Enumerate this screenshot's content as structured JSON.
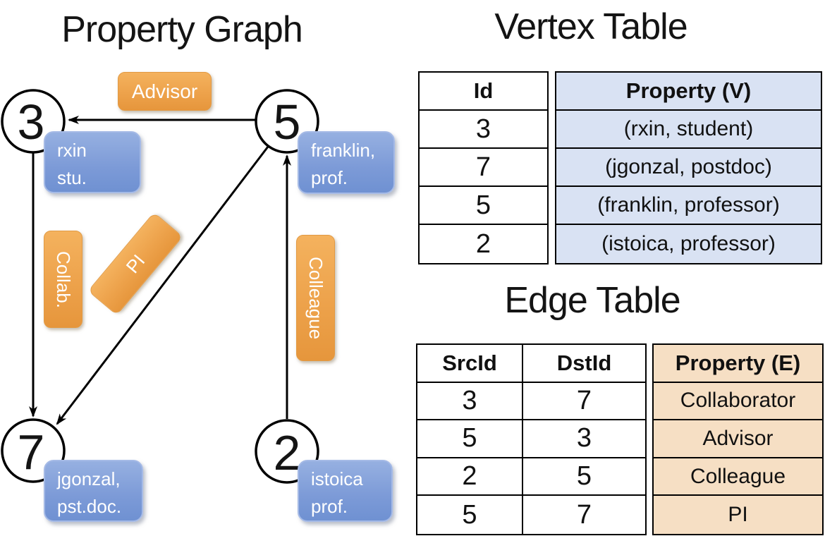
{
  "graph": {
    "title": "Property Graph",
    "vertices": [
      {
        "id": "3",
        "line1": "rxin",
        "line2": "stu."
      },
      {
        "id": "5",
        "line1": "franklin,",
        "line2": "prof."
      },
      {
        "id": "7",
        "line1": "jgonzal,",
        "line2": "pst.doc."
      },
      {
        "id": "2",
        "line1": "istoica",
        "line2": "prof."
      }
    ],
    "edges": [
      {
        "src": "5",
        "dst": "3",
        "label": "Advisor"
      },
      {
        "src": "3",
        "dst": "7",
        "label": "Collab."
      },
      {
        "src": "5",
        "dst": "7",
        "label": "PI"
      },
      {
        "src": "2",
        "dst": "5",
        "label": "Colleague"
      }
    ]
  },
  "vertex_table": {
    "title": "Vertex Table",
    "columns": {
      "id": "Id",
      "property": "Property (V)"
    },
    "rows": [
      {
        "id": "3",
        "property": "(rxin, student)"
      },
      {
        "id": "7",
        "property": "(jgonzal, postdoc)"
      },
      {
        "id": "5",
        "property": "(franklin, professor)"
      },
      {
        "id": "2",
        "property": "(istoica, professor)"
      }
    ]
  },
  "edge_table": {
    "title": "Edge Table",
    "columns": {
      "src": "SrcId",
      "dst": "DstId",
      "property": "Property (E)"
    },
    "rows": [
      {
        "src": "3",
        "dst": "7",
        "property": "Collaborator"
      },
      {
        "src": "5",
        "dst": "3",
        "property": "Advisor"
      },
      {
        "src": "2",
        "dst": "5",
        "property": "Colleague"
      },
      {
        "src": "5",
        "dst": "7",
        "property": "PI"
      }
    ]
  },
  "colors": {
    "vertex_property_box": "#7c9ad7",
    "edge_label_box": "#eda24b",
    "vertex_table_fill": "#d9e2f3",
    "edge_table_fill": "#f6dfc4",
    "edge_line": "#000000"
  }
}
